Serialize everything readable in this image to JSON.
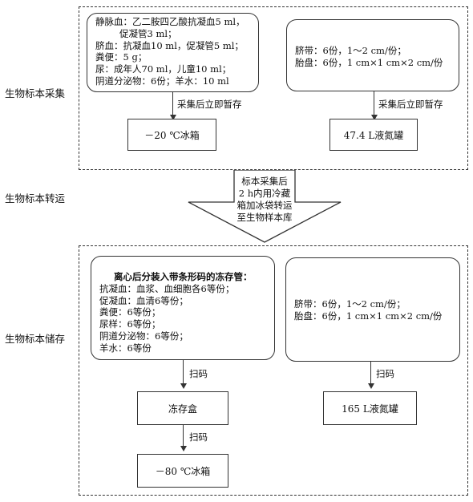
{
  "stages": {
    "collection": "生物标本采集",
    "transport": "生物标本转运",
    "storage": "生物标本储存"
  },
  "collection": {
    "left_box_lines": [
      "静脉血：乙二胺四乙酸抗凝血5 ml，",
      "促凝管3 ml；",
      "脐血：抗凝血10 ml，促凝管5 ml；",
      "粪便：5 g；",
      "尿：成年人70 ml，儿童10 ml；",
      "阴道分泌物：6份；羊水：10 ml"
    ],
    "left_arrow_label": "采集后立即暂存",
    "left_target": "－20 ℃冰箱",
    "right_box_lines": [
      "脐带：6份，1～2 cm/份；",
      "胎盘：6份，1 cm×1 cm×2 cm/份"
    ],
    "right_arrow_label": "采集后立即暂存",
    "right_target": "47.4 L液氮罐"
  },
  "transport": {
    "arrow_lines": [
      "标本采集后",
      "2 h内用冷藏",
      "箱加冰袋转运",
      "至生物样本库"
    ]
  },
  "storage": {
    "left_box_title": "离心后分装入带条形码的冻存管：",
    "left_box_lines": [
      "抗凝血：血浆、血细胞各6等份；",
      "促凝血：血清6等份；",
      "粪便：6等份；",
      "尿样：6等份；",
      "阴道分泌物：6等份；",
      "羊水：6等份"
    ],
    "scan_label_1": "扫码",
    "freeze_box": "冻存盒",
    "scan_label_2": "扫码",
    "left_target": "－80 ℃冰箱",
    "right_box_lines": [
      "脐带：6份，1～2 cm/份；",
      "胎盘：6份，1 cm×1 cm×2 cm/份"
    ],
    "right_scan_label": "扫码",
    "right_target": "165 L液氮罐"
  }
}
